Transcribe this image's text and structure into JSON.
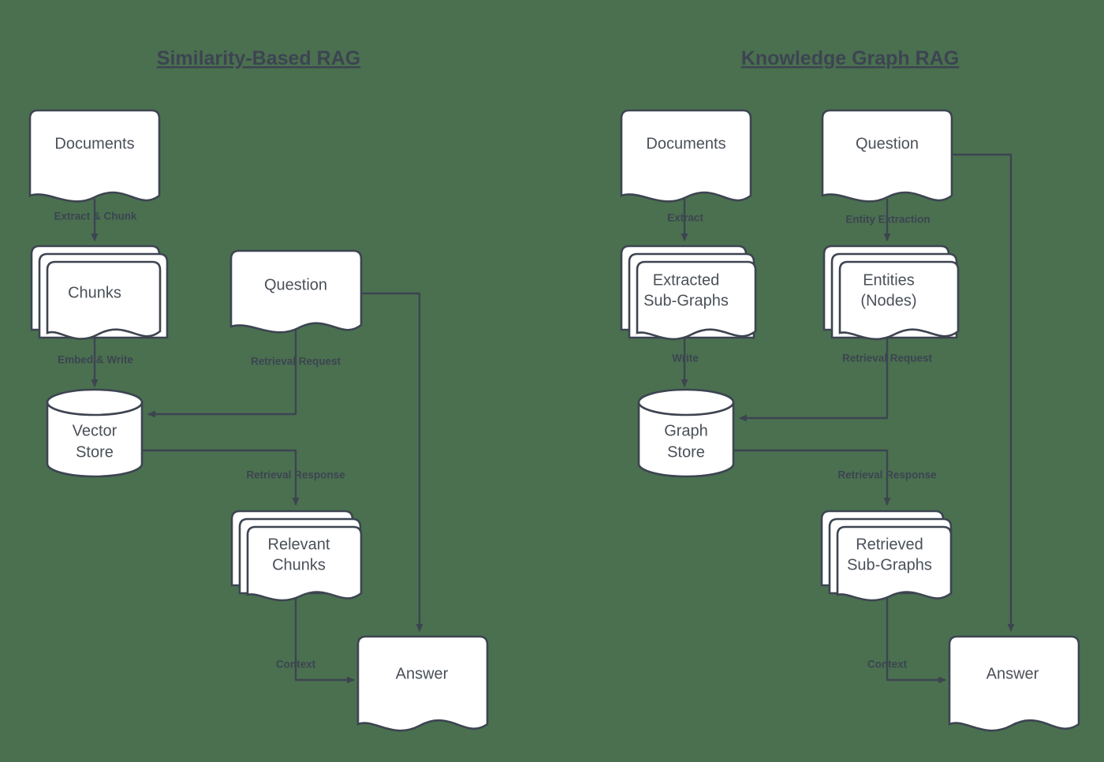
{
  "background_color": "#4a7050",
  "stroke_color": "#3d4451",
  "node_fill": "#ffffff",
  "text_color": "#4a5058",
  "panels": [
    {
      "id": "similarity",
      "title": "Similarity-Based RAG",
      "nodes": {
        "documents": "Documents",
        "chunks": "Chunks",
        "question": "Question",
        "vector_store_line1": "Vector",
        "vector_store_line2": "Store",
        "relevant_chunks_line1": "Relevant",
        "relevant_chunks_line2": "Chunks",
        "answer": "Answer"
      },
      "edges": {
        "extract_chunk": "Extract & Chunk",
        "embed_write": "Embed & Write",
        "retrieval_request": "Retrieval Request",
        "retrieval_response": "Retrieval Response",
        "context": "Context"
      }
    },
    {
      "id": "knowledge-graph",
      "title": "Knowledge Graph RAG",
      "nodes": {
        "documents": "Documents",
        "question": "Question",
        "extracted_subgraphs_line1": "Extracted",
        "extracted_subgraphs_line2": "Sub-Graphs",
        "entities_line1": "Entities",
        "entities_line2": "(Nodes)",
        "graph_store_line1": "Graph",
        "graph_store_line2": "Store",
        "retrieved_subgraphs_line1": "Retrieved",
        "retrieved_subgraphs_line2": "Sub-Graphs",
        "answer": "Answer"
      },
      "edges": {
        "extract": "Extract",
        "entity_extraction": "Entity Extraction",
        "write": "Write",
        "retrieval_request": "Retrieval Request",
        "retrieval_response": "Retrieval Response",
        "context": "Context"
      }
    }
  ]
}
